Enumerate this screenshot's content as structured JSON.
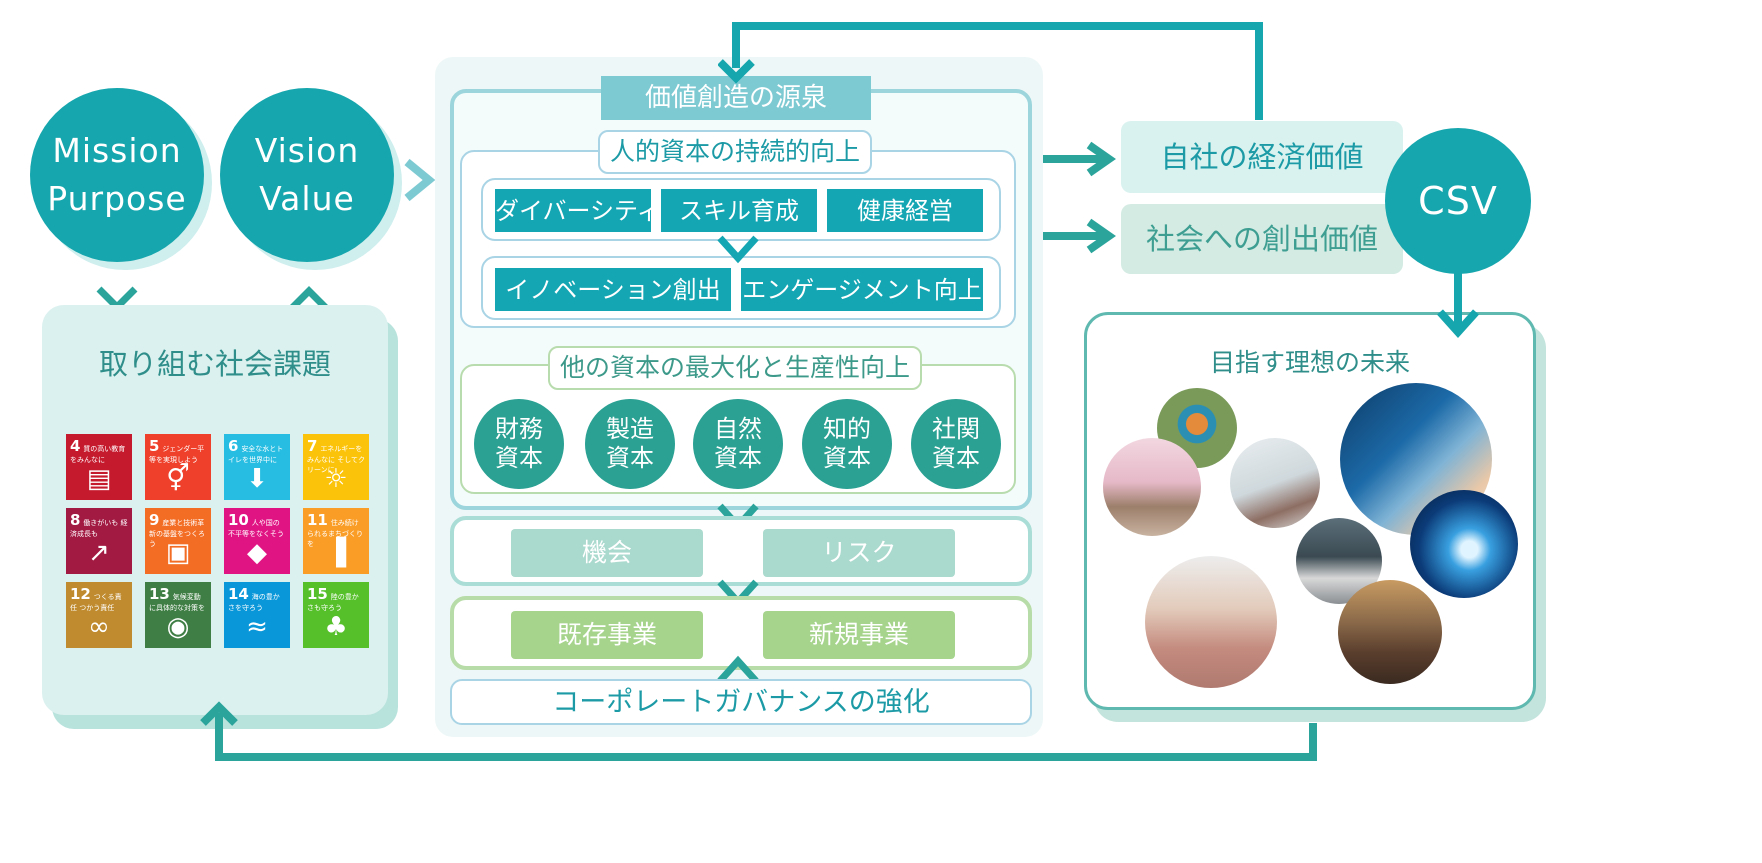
{
  "left": {
    "circle_mission": [
      "Mission",
      "Purpose"
    ],
    "circle_vision": [
      "Vision",
      "Value"
    ],
    "social_issues_title": "取り組む社会課題",
    "sdgs": [
      {
        "num": "4",
        "label": "質の高い教育をみんなに",
        "color": "#c5192d",
        "glyph": "▤"
      },
      {
        "num": "5",
        "label": "ジェンダー平等を実現しよう",
        "color": "#ef402b",
        "glyph": "⚥"
      },
      {
        "num": "6",
        "label": "安全な水とトイレを世界中に",
        "color": "#27bde2",
        "glyph": "⬇"
      },
      {
        "num": "7",
        "label": "エネルギーをみんなに そしてクリーンに",
        "color": "#fbc30a",
        "glyph": "☼"
      },
      {
        "num": "8",
        "label": "働きがいも 経済成長も",
        "color": "#a21942",
        "glyph": "↗"
      },
      {
        "num": "9",
        "label": "産業と技術革新の基盤をつくろう",
        "color": "#f36d25",
        "glyph": "▣"
      },
      {
        "num": "10",
        "label": "人や国の不平等をなくそう",
        "color": "#e11484",
        "glyph": "◆"
      },
      {
        "num": "11",
        "label": "住み続けられるまちづくりを",
        "color": "#f99d26",
        "glyph": "▐"
      },
      {
        "num": "12",
        "label": "つくる責任 つかう責任",
        "color": "#bf8b2e",
        "glyph": "∞"
      },
      {
        "num": "13",
        "label": "気候変動に具体的な対策を",
        "color": "#3f7e44",
        "glyph": "◉"
      },
      {
        "num": "14",
        "label": "海の豊かさを守ろう",
        "color": "#0a97d9",
        "glyph": "≈"
      },
      {
        "num": "15",
        "label": "陸の豊かさも守ろう",
        "color": "#56c02b",
        "glyph": "♣"
      }
    ]
  },
  "center": {
    "banner": "価値創造の源泉",
    "human_capital_label": "人的資本の持続的向上",
    "human_row1": [
      "ダイバーシティ",
      "スキル育成",
      "健康経営"
    ],
    "human_row2": [
      "イノベーション創出",
      "エンゲージメント向上"
    ],
    "other_capital_label": "他の資本の最大化と生産性向上",
    "capitals": [
      [
        "財務",
        "資本"
      ],
      [
        "製造",
        "資本"
      ],
      [
        "自然",
        "資本"
      ],
      [
        "知的",
        "資本"
      ],
      [
        "社関",
        "資本"
      ]
    ],
    "opportunity": "機会",
    "risk": "リスク",
    "existing_business": "既存事業",
    "new_business": "新規事業",
    "governance": "コーポレートガバナンスの強化"
  },
  "right": {
    "economic_value": "自社の経済価値",
    "social_value": "社会への創出価値",
    "csv": "CSV",
    "future_title": "目指す理想の未来"
  },
  "colors": {
    "teal": "#16a6ad",
    "arrow": "#2ba59c",
    "light_teal_panel": "#dbf1ef"
  }
}
